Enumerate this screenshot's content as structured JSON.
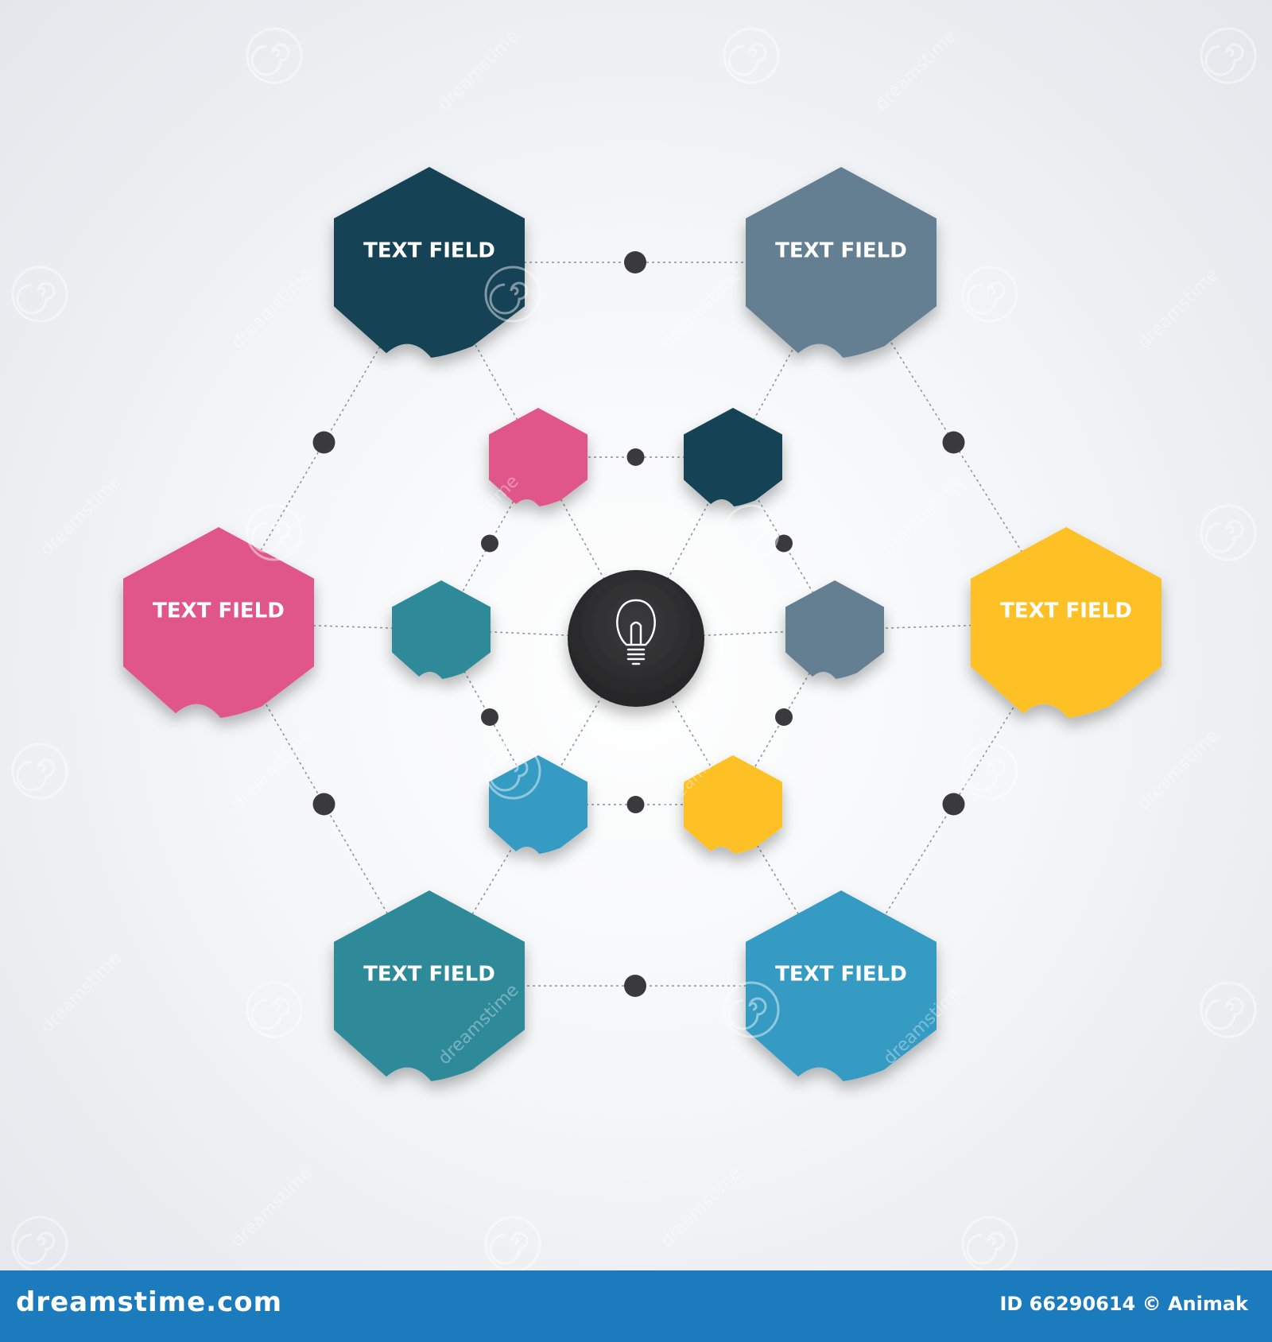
{
  "diagram": {
    "center": {
      "icon": "lightbulb-icon",
      "color": "#2f2f31"
    },
    "outer_nodes": [
      {
        "id": "top-left",
        "label": "TEXT FIELD",
        "color": "#164255"
      },
      {
        "id": "top-right",
        "label": "TEXT FIELD",
        "color": "#637f91"
      },
      {
        "id": "left",
        "label": "TEXT FIELD",
        "color": "#e0568a"
      },
      {
        "id": "right",
        "label": "TEXT FIELD",
        "color": "#fdc126"
      },
      {
        "id": "bottom-left",
        "label": "TEXT FIELD",
        "color": "#2f8a99"
      },
      {
        "id": "bottom-right",
        "label": "TEXT FIELD",
        "color": "#369bc3"
      }
    ],
    "inner_nodes": [
      {
        "id": "inner-top-left",
        "color": "#e0568a"
      },
      {
        "id": "inner-top-right",
        "color": "#164255"
      },
      {
        "id": "inner-left",
        "color": "#2f8a99"
      },
      {
        "id": "inner-right",
        "color": "#637f91"
      },
      {
        "id": "inner-bottom-left",
        "color": "#369bc3"
      },
      {
        "id": "inner-bottom-right",
        "color": "#fdc126"
      }
    ],
    "connector_dot_color": "#3a3a3c",
    "connector_line_color": "#8a8f94"
  },
  "watermark": {
    "text": "dreamstime"
  },
  "footer": {
    "brand": "dreamstime.com",
    "image_id": "ID 66290614 © Animak",
    "background": "#1b7bbd"
  }
}
